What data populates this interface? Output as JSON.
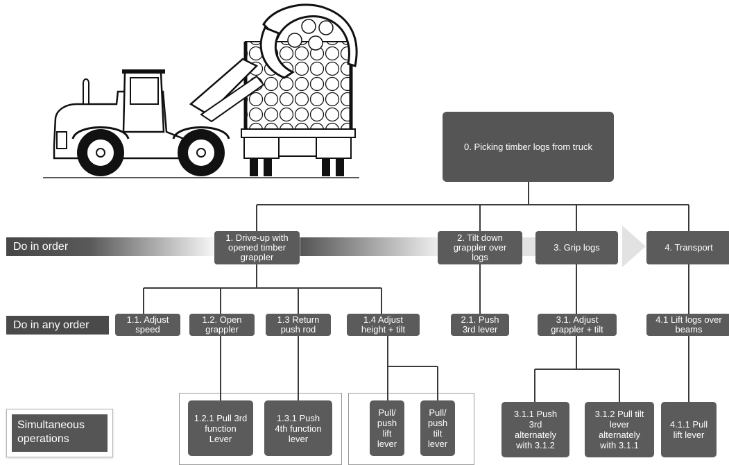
{
  "bands": {
    "order": "Do in order",
    "any_order": "Do in any order"
  },
  "legend": {
    "simultaneous": "Simultaneous operations"
  },
  "nodes": {
    "root": "0. Picking timber logs from truck",
    "n1": "1. Drive-up with\nopened timber\ngrappler",
    "n2": "2. Tilt down\ngrappler over\nlogs",
    "n3": "3. Grip logs",
    "n4": "4. Transport",
    "n1_1": "1.1. Adjust\nspeed",
    "n1_2": "1.2. Open\ngrappler",
    "n1_3": "1.3 Return\npush rod",
    "n1_4": "1.4 Adjust\nheight + tilt",
    "n2_1": "2.1. Push\n3rd lever",
    "n3_1": "3.1. Adjust\ngrappler + tilt",
    "n4_1": "4.1 Lift logs over\nbeams",
    "n1_2_1": "1.2.1 Pull 3rd\nfunction\nLever",
    "n1_3_1": "1.3.1 Push\n4th function\nlever",
    "n1_4_a": "Pull/\npush\nlift\nlever",
    "n1_4_b": "Pull/\npush\ntilt\nlever",
    "n3_1_1": "3.1.1 Push\n3rd\nalternately\nwith 3.1.2",
    "n3_1_2": "3.1.2 Pull tilt\nlever\nalternately\nwith 3.1.1",
    "n4_1_1": "4.1.1 Pull\nlift lever"
  },
  "colors": {
    "node": "#5b5b5b",
    "line": "#3a3a3a",
    "band_dark": "#4a4a4a",
    "band_light": "#e6e6e6"
  },
  "illustration": "wheel-loader-with-timber-grappler-unloading-log-truck"
}
